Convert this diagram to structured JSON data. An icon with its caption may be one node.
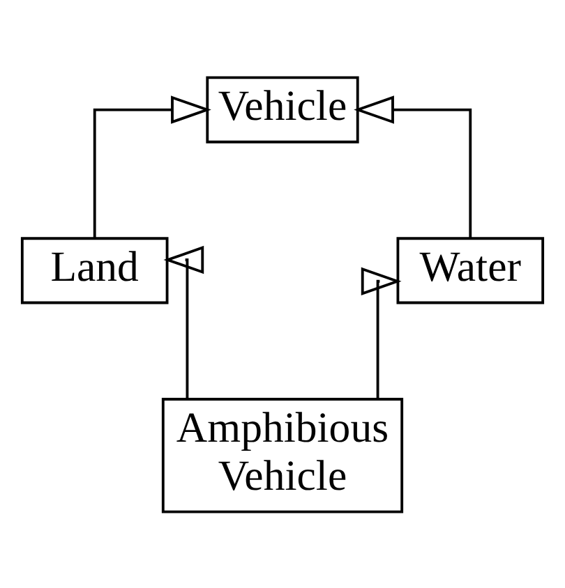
{
  "diagram": {
    "nodes": [
      {
        "text": [
          "Vehicle"
        ]
      },
      {
        "text": [
          "Land"
        ]
      },
      {
        "text": [
          "Water"
        ]
      },
      {
        "text": [
          "Amphibious Vehicle"
        ]
      }
    ],
    "edges": [
      {
        "from": 1,
        "to": 0,
        "arrow": "to"
      },
      {
        "from": 2,
        "to": 0,
        "arrow": "to"
      },
      {
        "from": 3,
        "to": 1,
        "arrow": "to"
      },
      {
        "from": 3,
        "to": 2,
        "arrow": "to"
      }
    ]
  }
}
